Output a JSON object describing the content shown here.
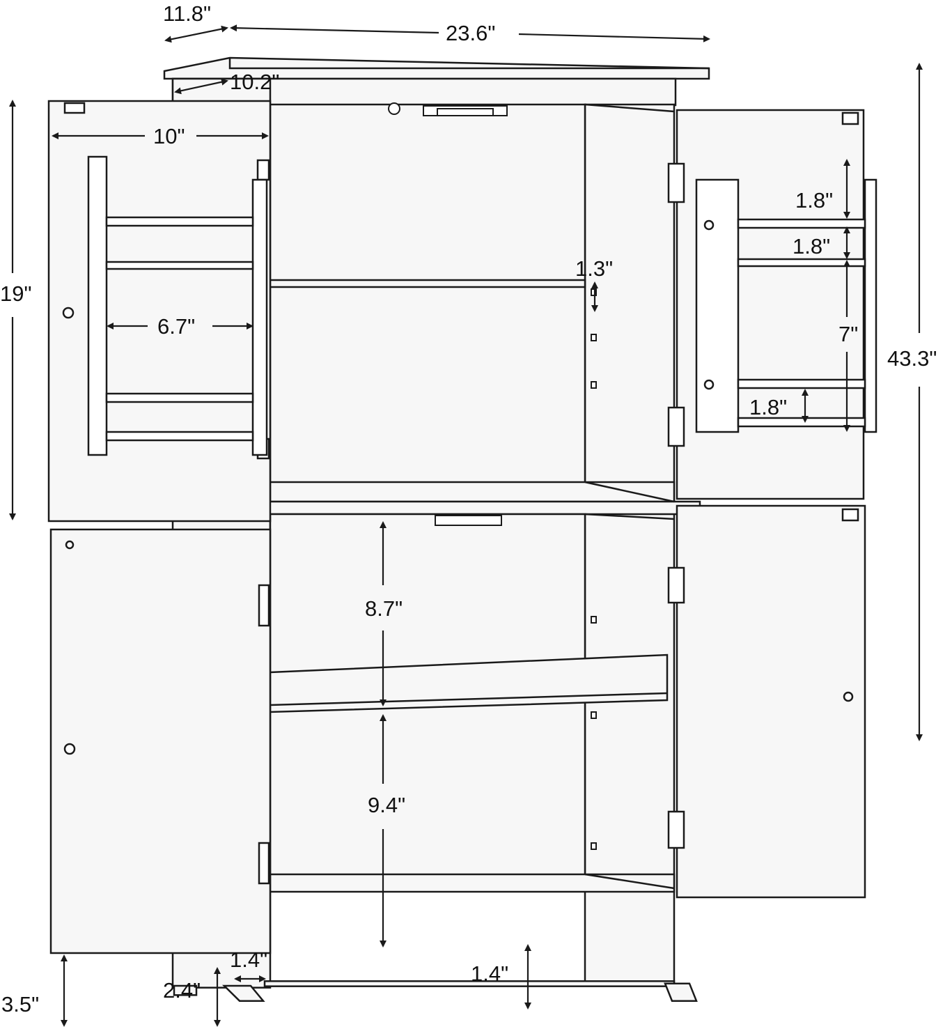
{
  "colors": {
    "ink": "#1a1a1a",
    "panel": "#f7f7f7",
    "paper": "#ffffff"
  },
  "dimensions": {
    "depth_top": "11.8\"",
    "width_top": "23.6\"",
    "depth_inner": "10.2\"",
    "door_width": "10\"",
    "door_height": "19\"",
    "rack_width": "6.7\"",
    "shelf_gap": "1.3\"",
    "total_height": "43.3\"",
    "rack_gap_top": "1.8\"",
    "rack_gap_mid": "1.8\"",
    "rack_bar_lower": "1.8\"",
    "rack_height": "7\"",
    "lower_shelf_upper": "8.7\"",
    "lower_shelf_lower": "9.4\"",
    "leg_width": "1.4\"",
    "base_clearance": "1.4\"",
    "leg_height": "2.4\"",
    "floor_height": "3.5\""
  }
}
